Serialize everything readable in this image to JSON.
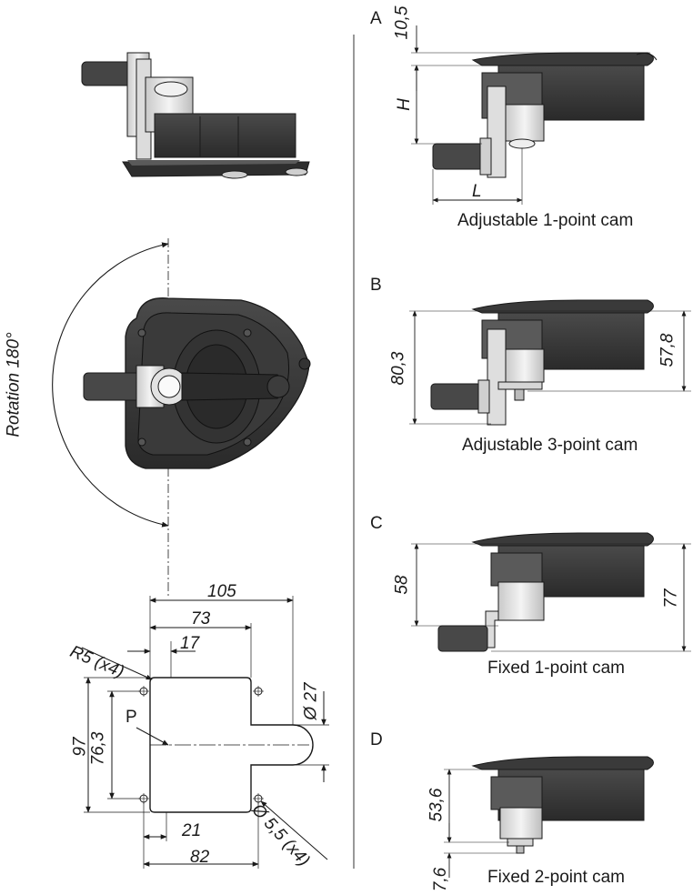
{
  "colors": {
    "body": "#3e3e3e",
    "body_dark": "#262626",
    "metal": "#e6e6e6",
    "metal_shade": "#b9b9b9",
    "line": "#1a1a1a"
  },
  "left_drawing": {
    "rotation_label": "Rotation 180°",
    "dims": {
      "w105": "105",
      "w73": "73",
      "w17": "17",
      "r5": "R5 (x4)",
      "d27": "Ø 27",
      "h97": "97",
      "h763": "76,3",
      "p": "P",
      "w21": "21",
      "w82": "82",
      "hole": "Ø 5,5 (x4)"
    }
  },
  "variants": [
    {
      "letter": "A",
      "caption": "Adjustable 1-point cam",
      "dims": [
        "10,5",
        "H",
        "L"
      ]
    },
    {
      "letter": "B",
      "caption": "Adjustable 3-point cam",
      "dims": [
        "80,3",
        "57,8"
      ]
    },
    {
      "letter": "C",
      "caption": "Fixed 1-point cam",
      "dims": [
        "58",
        "77"
      ]
    },
    {
      "letter": "D",
      "caption": "Fixed 2-point cam",
      "dims": [
        "53,6",
        "7,6"
      ]
    }
  ]
}
